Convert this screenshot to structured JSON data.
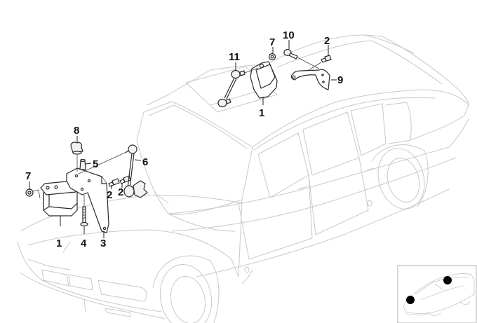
{
  "diagram": {
    "type": "exploded-parts-diagram",
    "subject": "Headlight vertical aim / ride height sensor assembly on sedan",
    "callouts": [
      {
        "id": "c1-front",
        "label": "1",
        "part": "Ride height sensor (front)"
      },
      {
        "id": "c1-rear",
        "label": "1",
        "part": "Ride height sensor (rear)"
      },
      {
        "id": "c2-a",
        "label": "2",
        "part": "Screw"
      },
      {
        "id": "c2-b",
        "label": "2",
        "part": "Screw"
      },
      {
        "id": "c2-rear",
        "label": "2",
        "part": "Screw"
      },
      {
        "id": "c3",
        "label": "3",
        "part": "Bracket"
      },
      {
        "id": "c4",
        "label": "4",
        "part": "Bolt"
      },
      {
        "id": "c5",
        "label": "5",
        "part": "Stud"
      },
      {
        "id": "c6",
        "label": "6",
        "part": "Linkage rod (front)"
      },
      {
        "id": "c7-front",
        "label": "7",
        "part": "Nut"
      },
      {
        "id": "c7-rear",
        "label": "7",
        "part": "Nut"
      },
      {
        "id": "c8",
        "label": "8",
        "part": "Clip nut"
      },
      {
        "id": "c9",
        "label": "9",
        "part": "Bracket (rear)"
      },
      {
        "id": "c10",
        "label": "10",
        "part": "Bolt"
      },
      {
        "id": "c11",
        "label": "11",
        "part": "Linkage rod (rear)"
      }
    ],
    "inset": {
      "description": "Locator view showing sensor positions",
      "markers": [
        "front-axle",
        "rear-axle"
      ],
      "marker_color": "#000000"
    },
    "reference_code": "",
    "colors": {
      "background": "#ffffff",
      "car_outline": "#c9c9c9",
      "part_outline": "#2a2a2a",
      "callout_text": "#111111"
    }
  }
}
